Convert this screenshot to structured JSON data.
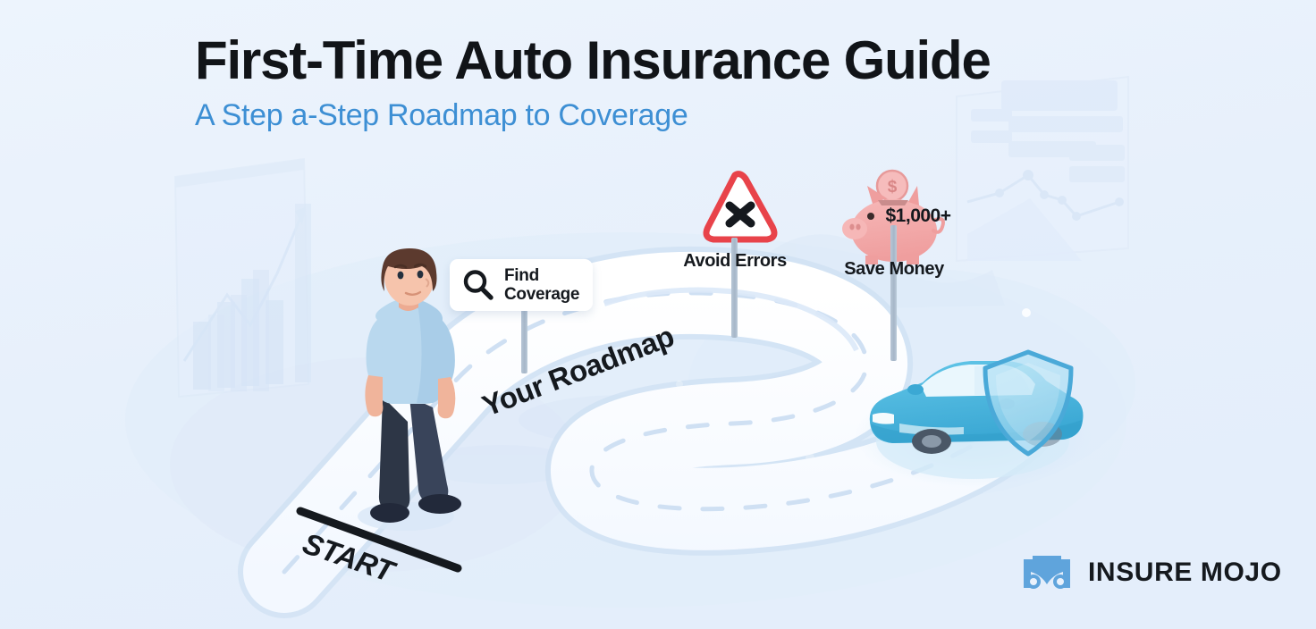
{
  "meta": {
    "background_color": "#eaf2fc",
    "accent_blue": "#3d8fd4",
    "dark_text": "#15191e",
    "red_warning": "#e8434a",
    "pig_pink": "#f2a7a7",
    "car_blue": "#4bb8e0"
  },
  "header": {
    "title": "First-Time Auto Insurance Guide",
    "subtitle": "A Step a-Step Roadmap to Coverage"
  },
  "road": {
    "roadmap_label": "Your Roadmap",
    "start_label": "START"
  },
  "steps": [
    {
      "id": "find-coverage",
      "icon": "magnifier-icon",
      "label_line1": "Find",
      "label_line2": "Coverage"
    },
    {
      "id": "avoid-errors",
      "icon": "warning-triangle-x-icon",
      "label": "Avoid Errors"
    },
    {
      "id": "save-money",
      "icon": "piggy-bank-icon",
      "label": "Save Money",
      "amount": "$1,000+"
    }
  ],
  "scene": {
    "character": "standing-person-illustration",
    "vehicle": "blue-car-illustration",
    "shield": "protection-shield-icon"
  },
  "logo": {
    "mark": "owl-logo-icon",
    "text": "INSURE MOJO"
  }
}
